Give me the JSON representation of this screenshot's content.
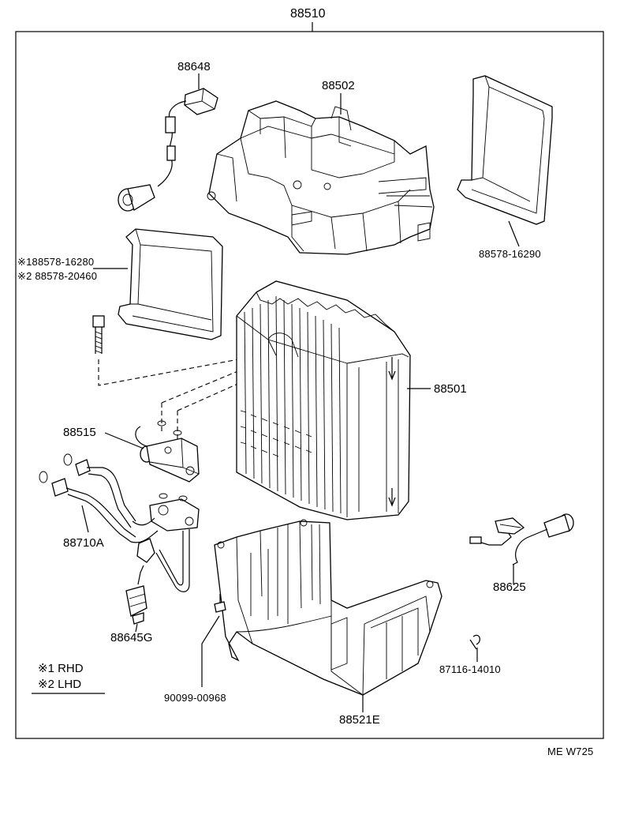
{
  "assembly_label": "88510",
  "parts": {
    "p88648": "88648",
    "p88502": "88502",
    "p88578_16290": "88578-16290",
    "p88578_16280": "※188578-16280",
    "p88578_20460": "※2 88578-20460",
    "p88501": "88501",
    "p88515": "88515",
    "p88710A": "88710A",
    "p88625": "88625",
    "p88645G": "88645G",
    "p87116_14010": "87116-14010",
    "p90099_00968": "90099-00968",
    "p88521E": "88521E"
  },
  "legend": {
    "rhd": "※1 RHD",
    "lhd": "※2 LHD"
  },
  "footer_code": "ME W725"
}
